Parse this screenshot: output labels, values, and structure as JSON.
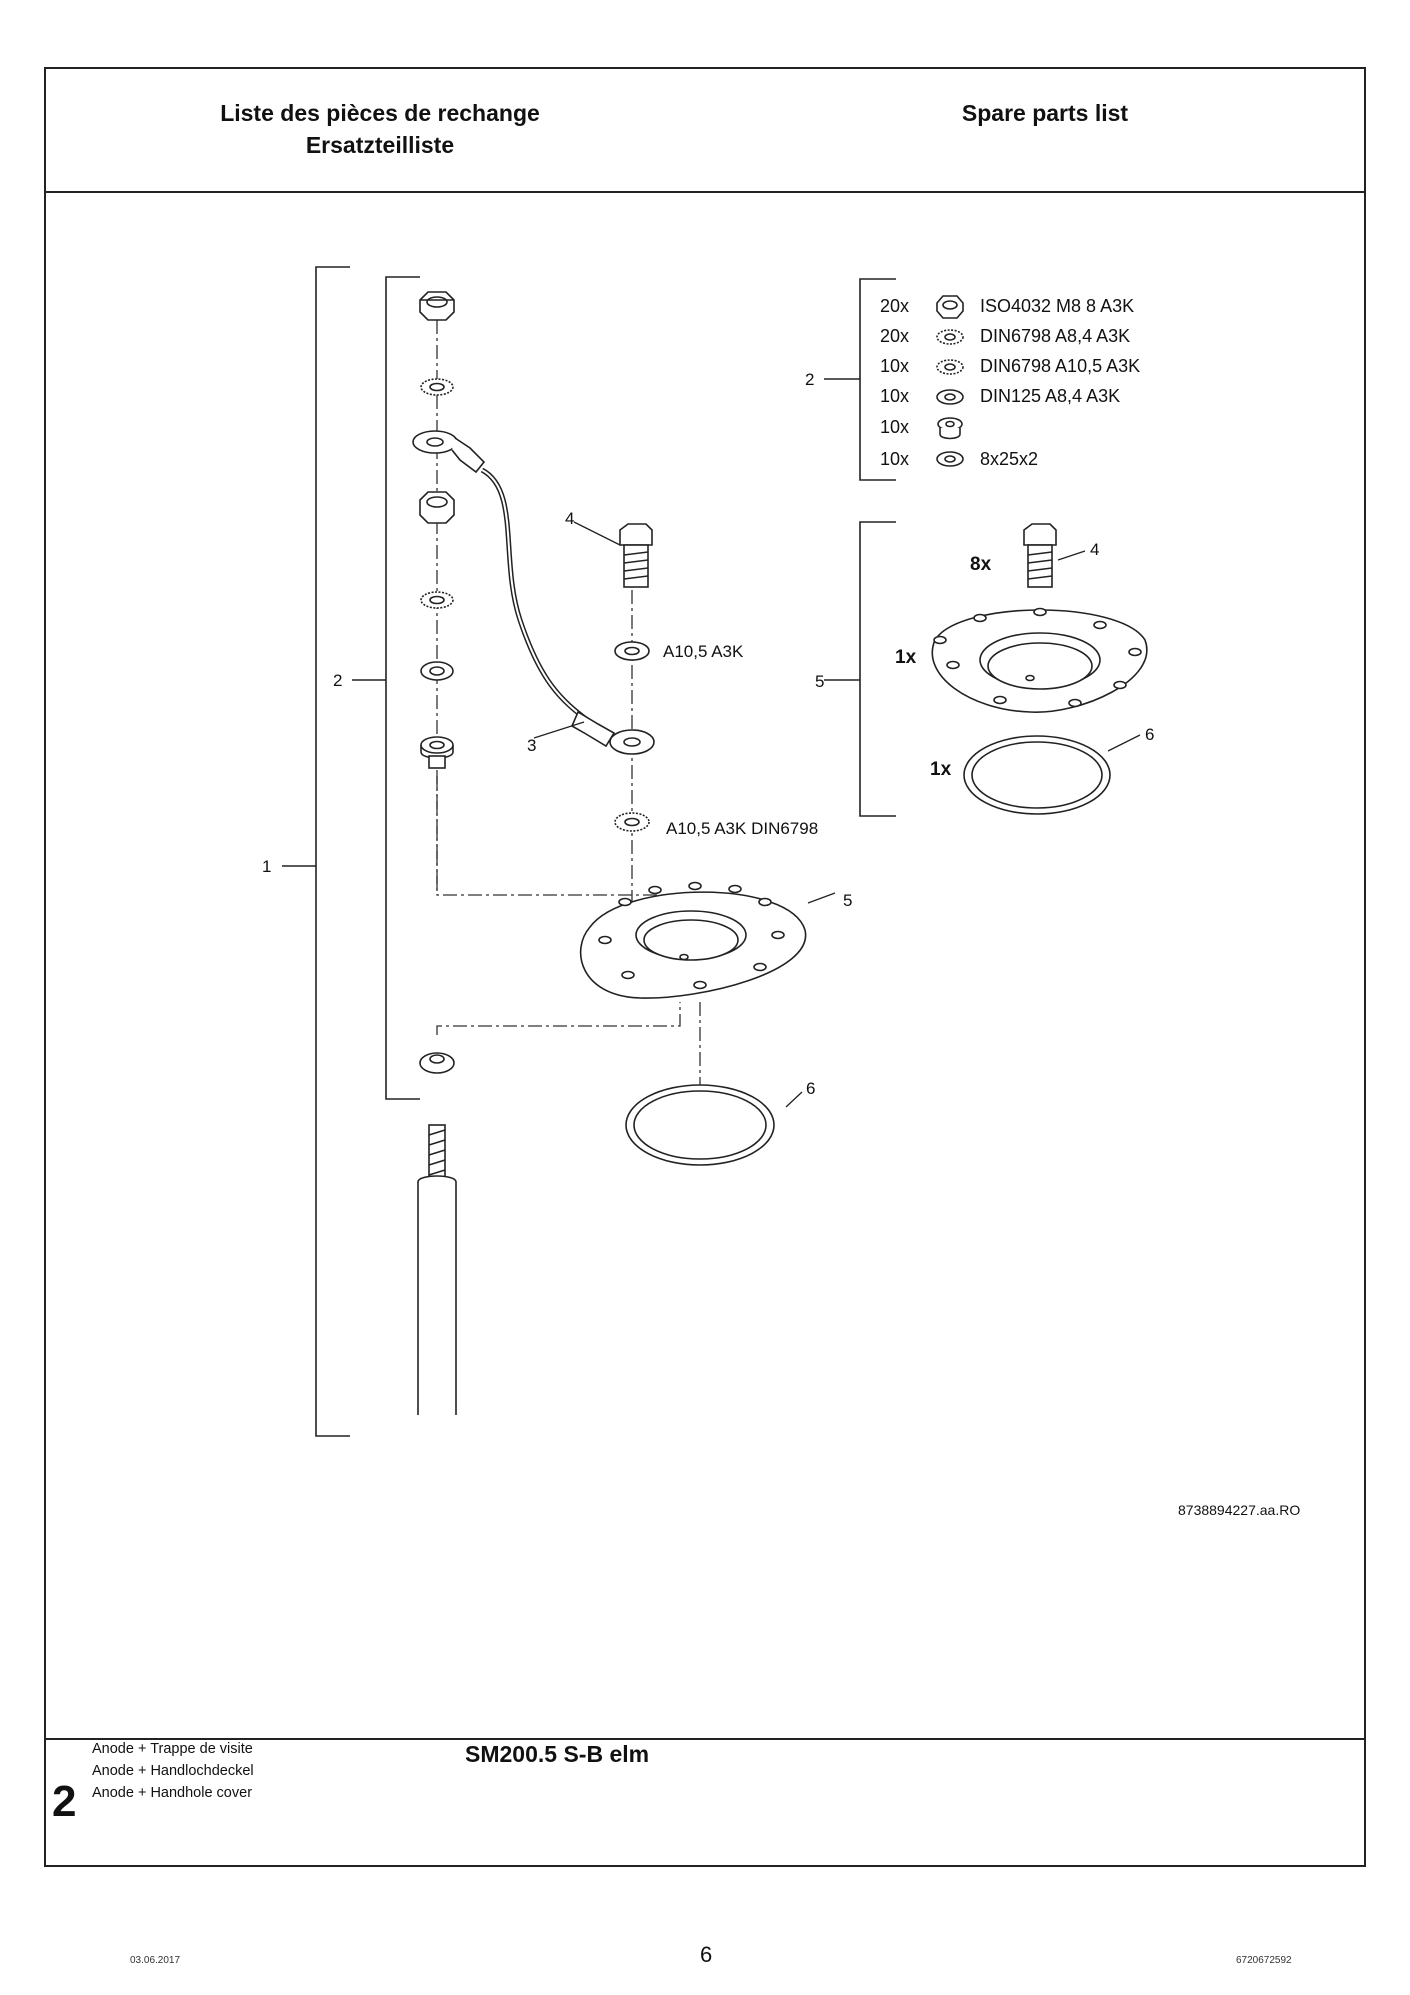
{
  "header": {
    "title_fr": "Liste des pièces de rechange",
    "title_de": "Ersatzteilliste",
    "title_en": "Spare parts list"
  },
  "drawing": {
    "callouts": [
      "1",
      "2",
      "3",
      "4",
      "5",
      "6"
    ],
    "washer_label_1": "A10,5 A3K",
    "washer_label_2": "A10,5 A3K DIN6798",
    "qty_8x": "8x",
    "qty_1x_flange": "1x",
    "qty_1x_gasket": "1x",
    "kit_items": [
      {
        "qty": "20x",
        "part": "ISO4032 M8 8 A3K",
        "icon": "hex-nut-icon"
      },
      {
        "qty": "20x",
        "part": "DIN6798 A8,4 A3K",
        "icon": "toothed-washer-icon"
      },
      {
        "qty": "10x",
        "part": "DIN6798 A10,5 A3K",
        "icon": "toothed-washer-icon"
      },
      {
        "qty": "10x",
        "part": "DIN125 A8,4 A3K",
        "icon": "flat-washer-icon"
      },
      {
        "qty": "10x",
        "part": "",
        "icon": "collar-washer-icon"
      },
      {
        "qty": "10x",
        "part": "8x25x2",
        "icon": "flat-washer-icon"
      }
    ],
    "drawing_number": "8738894227.aa.RO"
  },
  "section": {
    "number": "2",
    "desc_fr": "Anode + Trappe de visite",
    "desc_de": "Anode + Handlochdeckel",
    "desc_en": "Anode + Handhole cover",
    "model": "SM200.5 S-B elm"
  },
  "footer": {
    "date": "03.06.2017",
    "page": "6",
    "doc_number": "6720672592"
  }
}
